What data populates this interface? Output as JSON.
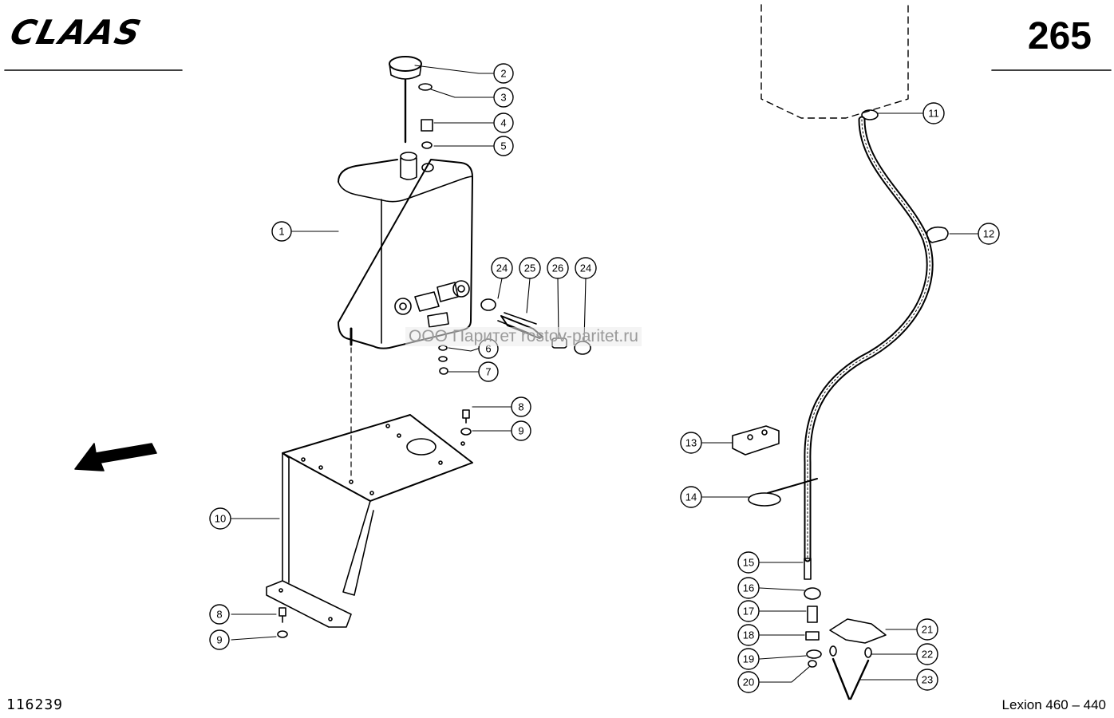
{
  "header": {
    "brand": "CLAAS",
    "page_number": "265"
  },
  "footer": {
    "drawing_number": "116239",
    "model": "Lexion 460 – 440"
  },
  "watermark": "ООО Паритет rostov-paritet.ru",
  "callouts": {
    "c1": "1",
    "c2": "2",
    "c3": "3",
    "c4": "4",
    "c5": "5",
    "c6": "6",
    "c7": "7",
    "c8a": "8",
    "c9a": "9",
    "c8b": "8",
    "c9b": "9",
    "c10": "10",
    "c11": "11",
    "c12": "12",
    "c13": "13",
    "c14": "14",
    "c15": "15",
    "c16": "16",
    "c17": "17",
    "c18": "18",
    "c19": "19",
    "c20": "20",
    "c21": "21",
    "c22": "22",
    "c23": "23",
    "c24a": "24",
    "c25": "25",
    "c26": "26",
    "c24b": "24"
  },
  "colors": {
    "ink": "#000000",
    "paper": "#ffffff",
    "watermark": "#9a9a9a"
  }
}
